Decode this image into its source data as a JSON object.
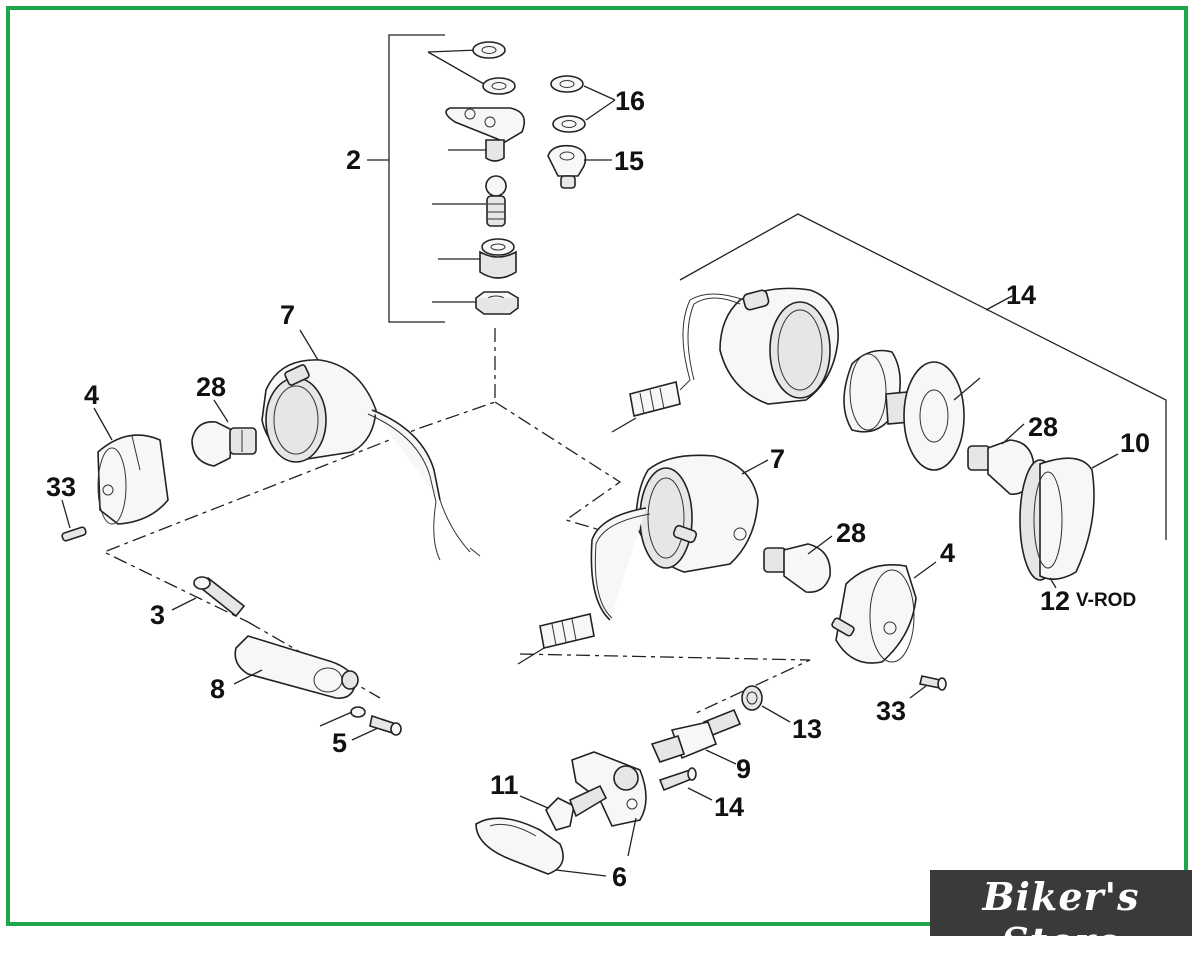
{
  "diagram": {
    "labels": {
      "l2": "2",
      "l16": "16",
      "l15": "15",
      "l14a": "14",
      "l7a": "7",
      "l4a": "4",
      "l28a": "28",
      "l33a": "33",
      "l7b": "7",
      "l28b": "28",
      "l10": "10",
      "l28c": "28",
      "l4b": "4",
      "l12": "12",
      "lvrod": "V-ROD",
      "l3": "3",
      "l8": "8",
      "l5": "5",
      "l13": "13",
      "l33b": "33",
      "l9": "9",
      "l11": "11",
      "l14b": "14",
      "l6": "6"
    }
  },
  "watermark": {
    "text": "Biker's Store",
    "background": "#3a3a3a"
  },
  "colors": {
    "frame": "#1ea64a"
  }
}
